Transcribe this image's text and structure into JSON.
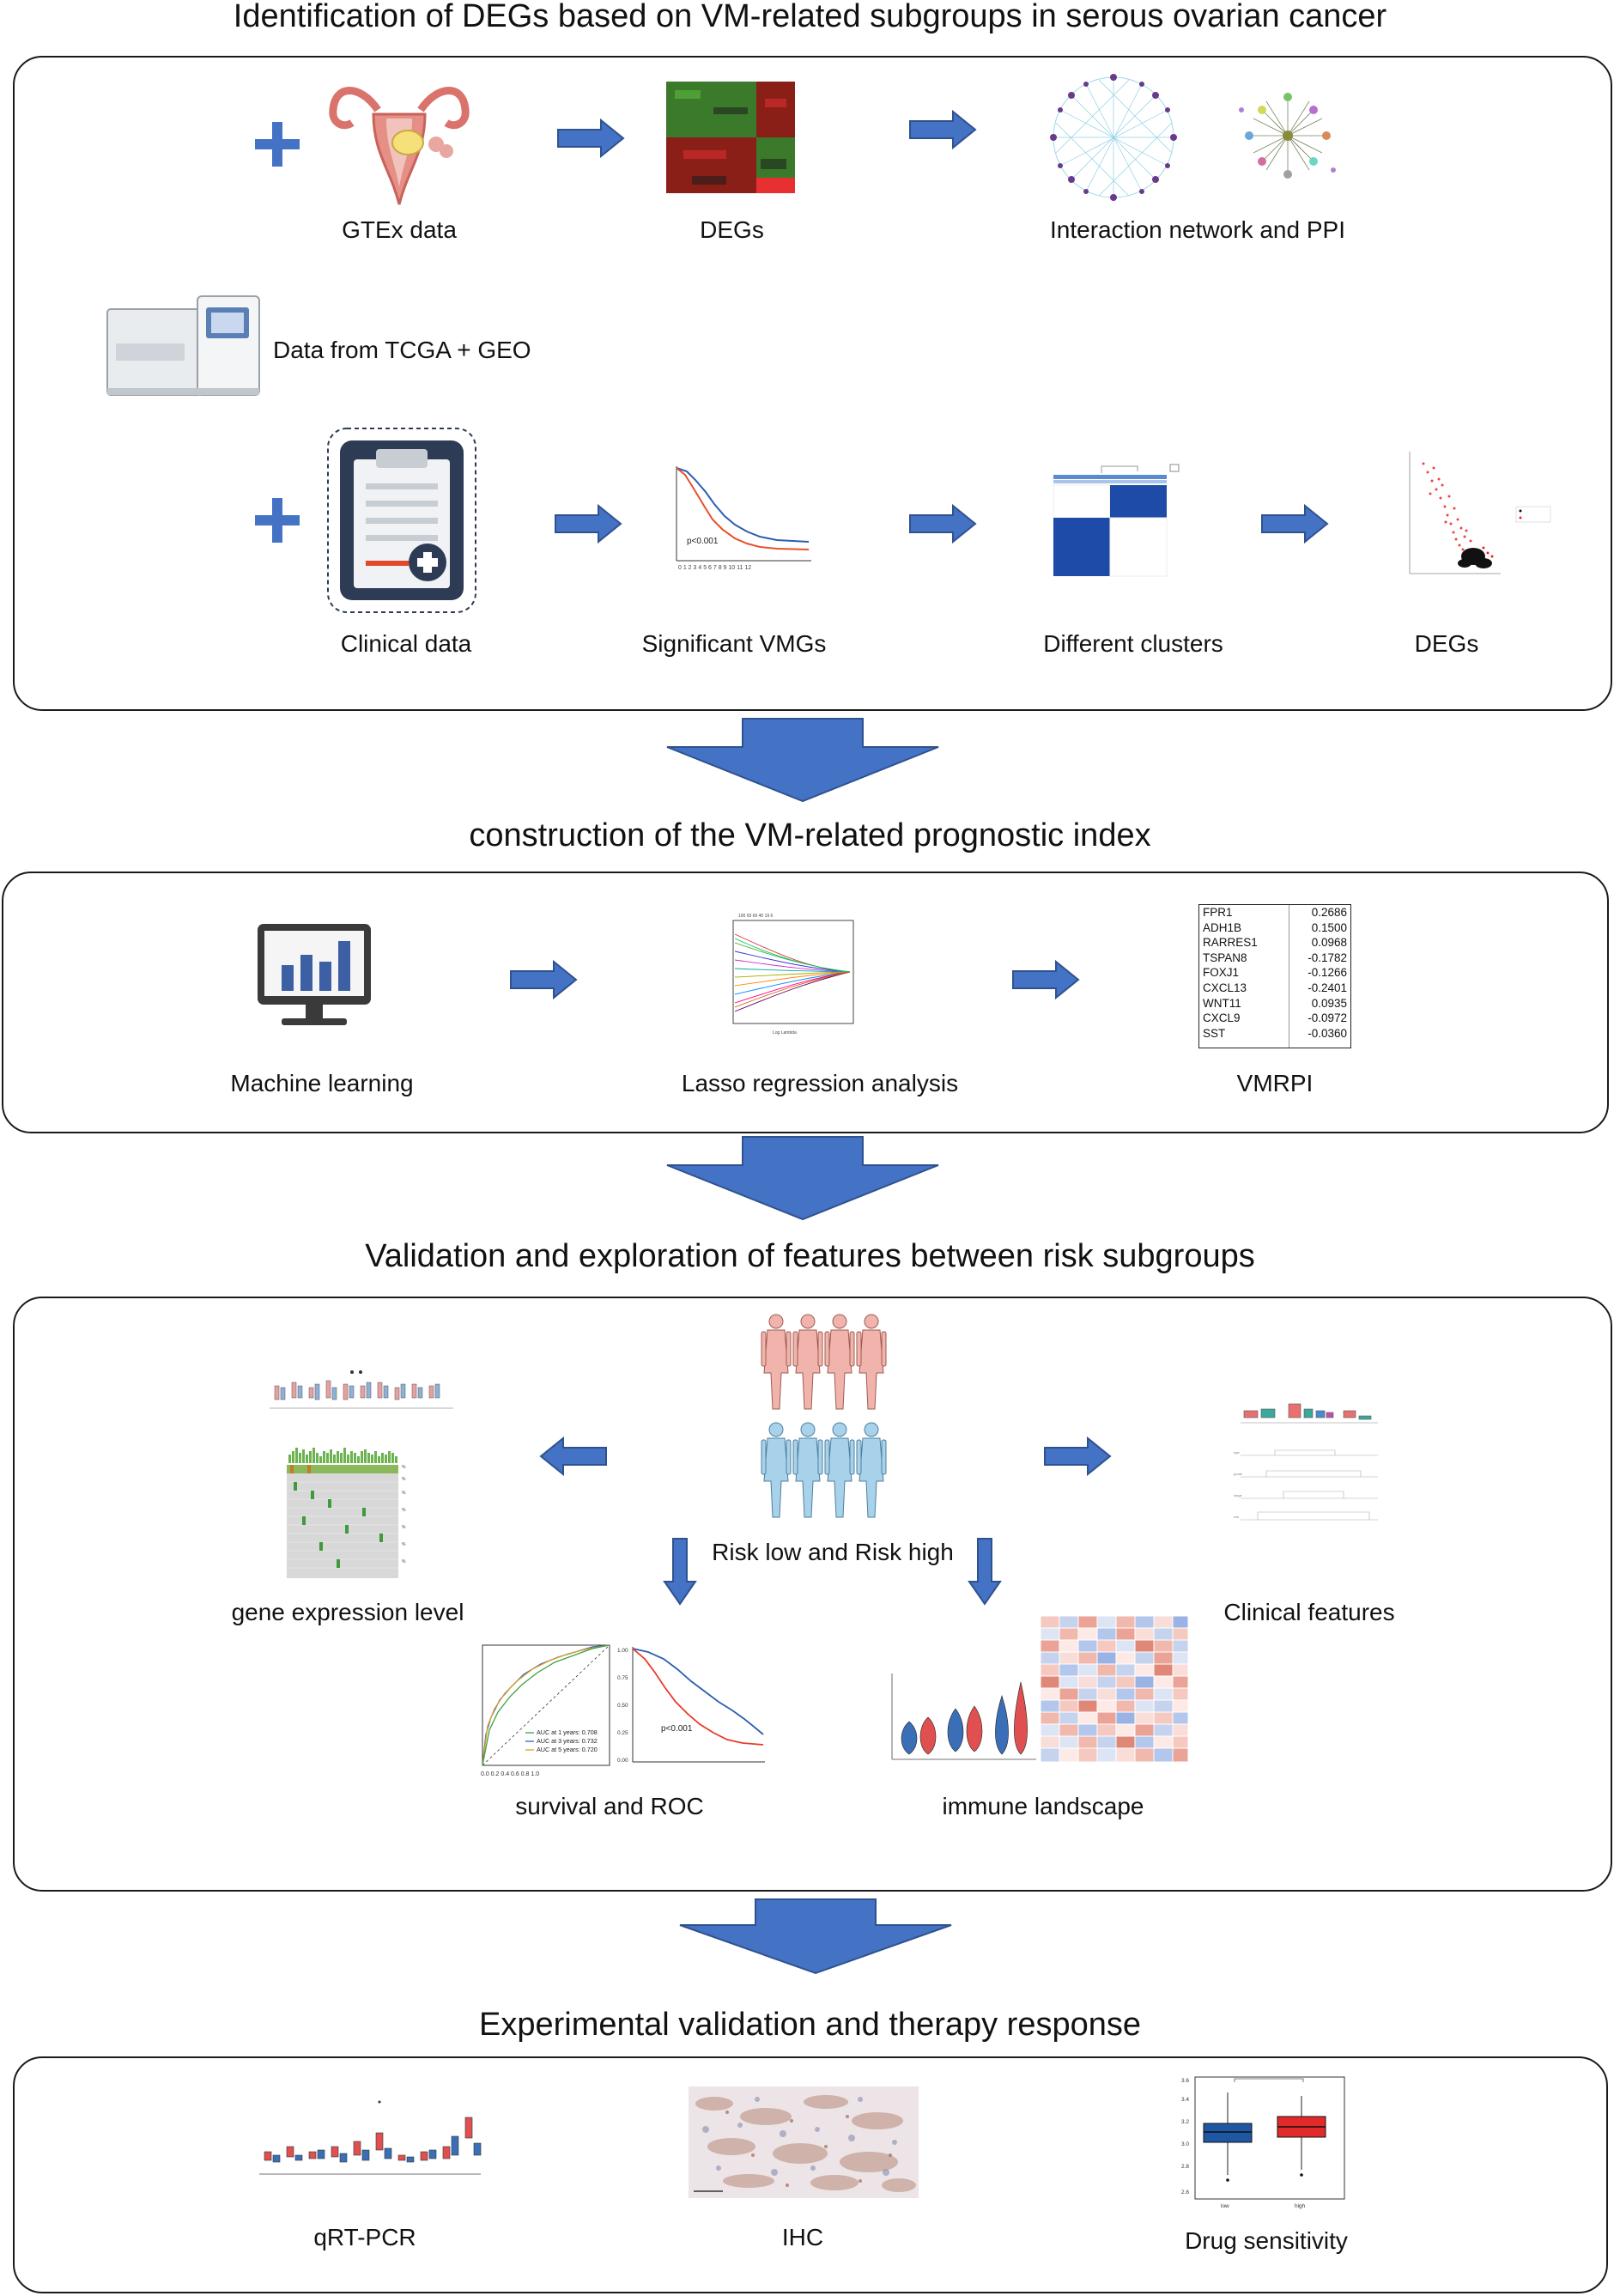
{
  "sections": {
    "s1_title": "Identification of DEGs based on VM-related subgroups in serous ovarian cancer",
    "s2_title": "construction of the VM-related prognostic index",
    "s3_title": "Validation and exploration of  features between risk subgroups",
    "s4_title": "Experimental validation and therapy response"
  },
  "s1": {
    "gtex": "GTEx data",
    "degs_top": "DEGs",
    "network": "Interaction network and PPI",
    "data_source": "Data from TCGA + GEO",
    "clinical": "Clinical data",
    "vmgs": "Significant VMGs",
    "clusters": "Different clusters",
    "degs_bottom": "DEGs",
    "km_pvalue": "p<0.001"
  },
  "s2": {
    "ml": "Machine learning",
    "lasso": "Lasso regression analysis",
    "vmrpi": "VMRPI",
    "vmrpi_table": [
      {
        "gene": "FPR1",
        "coef": "0.2686"
      },
      {
        "gene": "ADH1B",
        "coef": "0.1500"
      },
      {
        "gene": "RARRES1",
        "coef": "0.0968"
      },
      {
        "gene": "TSPAN8",
        "coef": "-0.1782"
      },
      {
        "gene": "FOXJ1",
        "coef": "-0.1266"
      },
      {
        "gene": "CXCL13",
        "coef": "-0.2401"
      },
      {
        "gene": "WNT11",
        "coef": "0.0935"
      },
      {
        "gene": "CXCL9",
        "coef": "-0.0972"
      },
      {
        "gene": "SST",
        "coef": "-0.0360"
      }
    ]
  },
  "s3": {
    "risk": "Risk low and Risk high",
    "gene_expr": "gene expression level",
    "clinical_features": "Clinical features",
    "survival_roc": "survival and ROC",
    "immune": "immune landscape",
    "roc_legend": [
      "AUC at 1 years: 0.708",
      "AUC at 3 years: 0.732",
      "AUC at 5 years: 0.720"
    ],
    "km_pvalue": "p<0.001"
  },
  "s4": {
    "qrtpcr": "qRT-PCR",
    "ihc": "IHC",
    "drug": "Drug sensitivity",
    "drug_x": [
      "low",
      "high"
    ]
  },
  "colors": {
    "arrow": "#4472c4",
    "arrow_stroke": "#2f528f",
    "panel_border": "#1a1a1a",
    "risk_high": "#e05050",
    "risk_low": "#3a6fb8",
    "heatmap_blue": "#1e4aa8"
  }
}
